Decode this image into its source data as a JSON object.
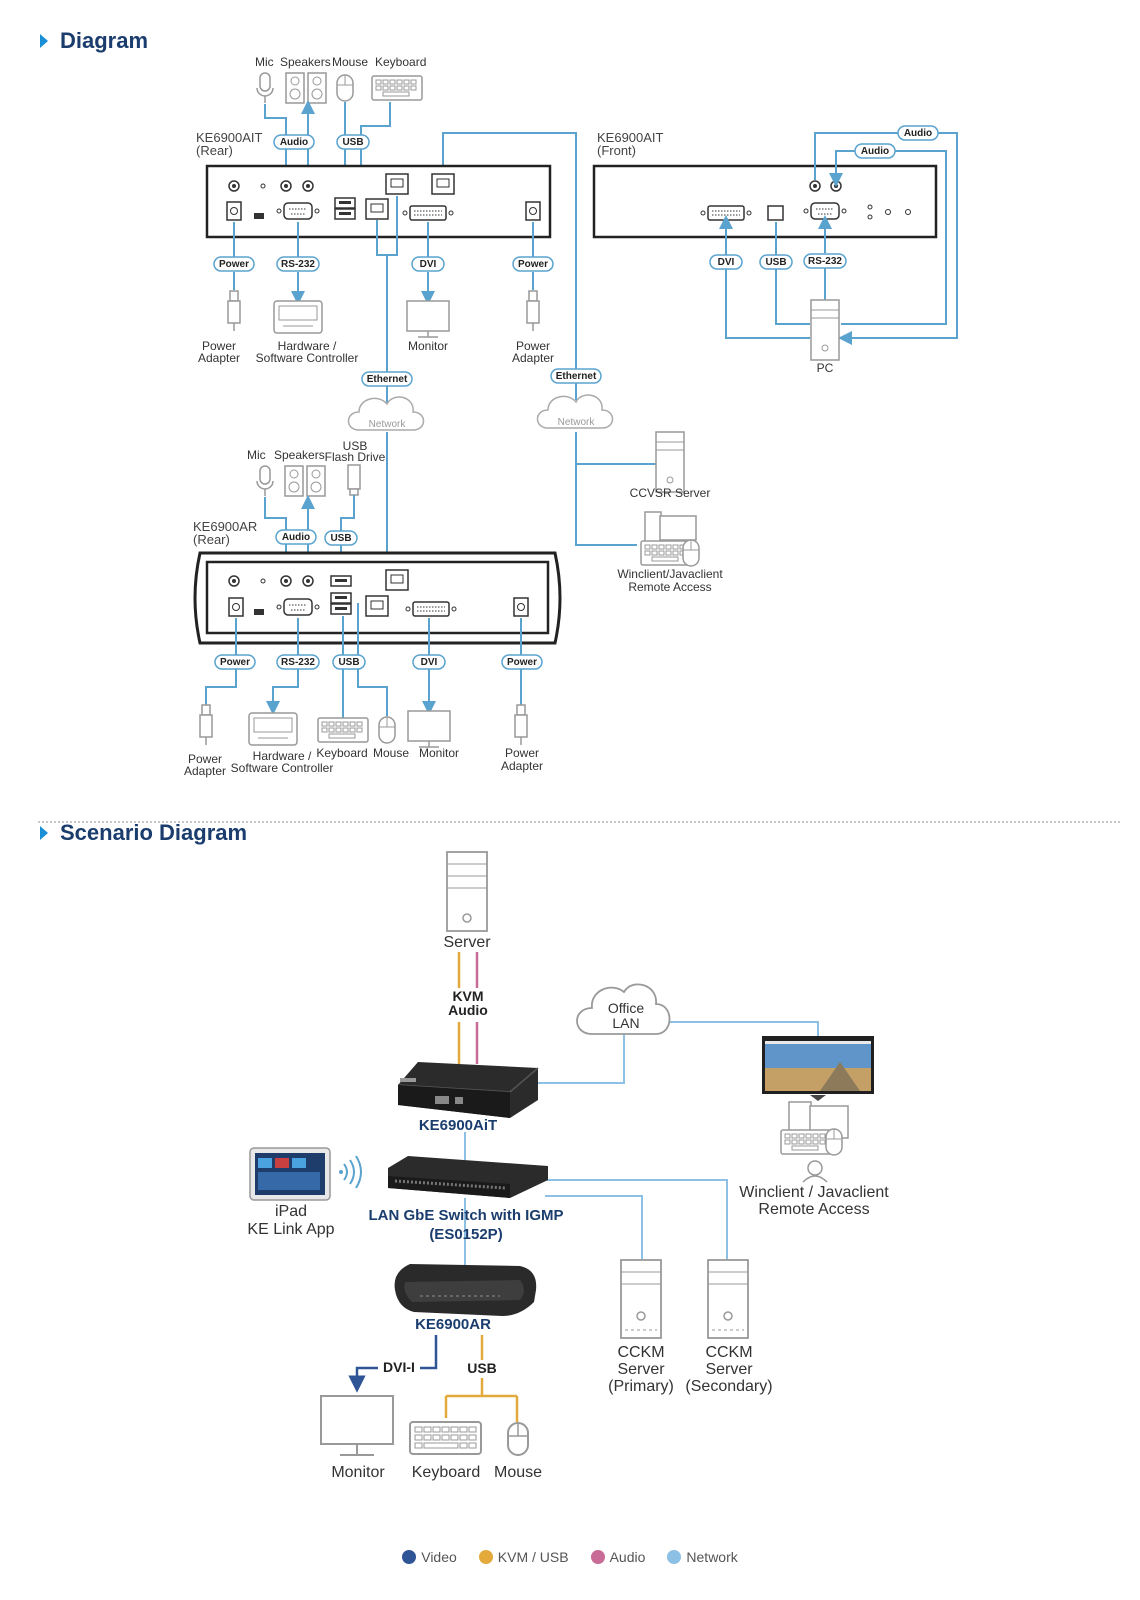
{
  "sections": {
    "diagram_title": "Diagram",
    "scenario_title": "Scenario Diagram"
  },
  "diagram": {
    "transmitter_rear": {
      "model": "KE6900AIT",
      "side": "(Rear)"
    },
    "transmitter_front": {
      "model": "KE6900AIT",
      "side": "(Front)"
    },
    "receiver_rear": {
      "model": "KE6900AR",
      "side": "(Rear)"
    },
    "top_peripherals": {
      "mic": "Mic",
      "speakers": "Speakers",
      "mouse": "Mouse",
      "keyboard": "Keyboard"
    },
    "pills": {
      "audio": "Audio",
      "usb": "USB",
      "power": "Power",
      "rs232": "RS-232",
      "dvi": "DVI",
      "ethernet": "Ethernet"
    },
    "network": "Network",
    "tx_bottom": {
      "power_adapter_1": "Power",
      "power_adapter_2": "Adapter",
      "hw_controller_1": "Hardware /",
      "hw_controller_2": "Software Controller",
      "monitor": "Monitor"
    },
    "pc": "PC",
    "ccvsr_server": "CCVSR Server",
    "winclient_1": "Winclient/Javaclient",
    "winclient_2": "Remote Access",
    "rx_peripherals": {
      "mic": "Mic",
      "speakers": "Speakers",
      "usb_flash_1": "USB",
      "usb_flash_2": "Flash Drive"
    },
    "rx_bottom": {
      "power_1": "Power",
      "adapter": "Adapter",
      "hw_1": "Hardware /",
      "hw_2": "Software Controller",
      "keyboard": "Keyboard",
      "mouse": "Mouse",
      "monitor": "Monitor"
    }
  },
  "scenario": {
    "server": "Server",
    "kvm": "KVM",
    "audio": "Audio",
    "office_lan_1": "Office",
    "office_lan_2": "LAN",
    "transmitter": "KE6900AiT",
    "ipad_1": "iPad",
    "ipad_2": "KE Link App",
    "switch_1": "LAN GbE Switch with IGMP",
    "switch_2": "(ES0152P)",
    "winclient_1": "Winclient / Javaclient",
    "winclient_2": "Remote Access",
    "receiver": "KE6900AR",
    "dvi": "DVI-I",
    "usb": "USB",
    "monitor": "Monitor",
    "keyboard": "Keyboard",
    "mouse": "Mouse",
    "cckm_primary": {
      "l1": "CCKM",
      "l2": "Server",
      "l3": "(Primary)"
    },
    "cckm_secondary": {
      "l1": "CCKM",
      "l2": "Server",
      "l3": "(Secondary)"
    }
  },
  "legend": [
    {
      "label": "Video",
      "color": "#2f5597"
    },
    {
      "label": "KVM / USB",
      "color": "#e3a93b"
    },
    {
      "label": "Audio",
      "color": "#c86b96"
    },
    {
      "label": "Network",
      "color": "#8cc0e4"
    }
  ],
  "colors": {
    "line": "#5aa3cf",
    "heading": "#1b3d6e",
    "arrow": "#1a8fd6"
  }
}
